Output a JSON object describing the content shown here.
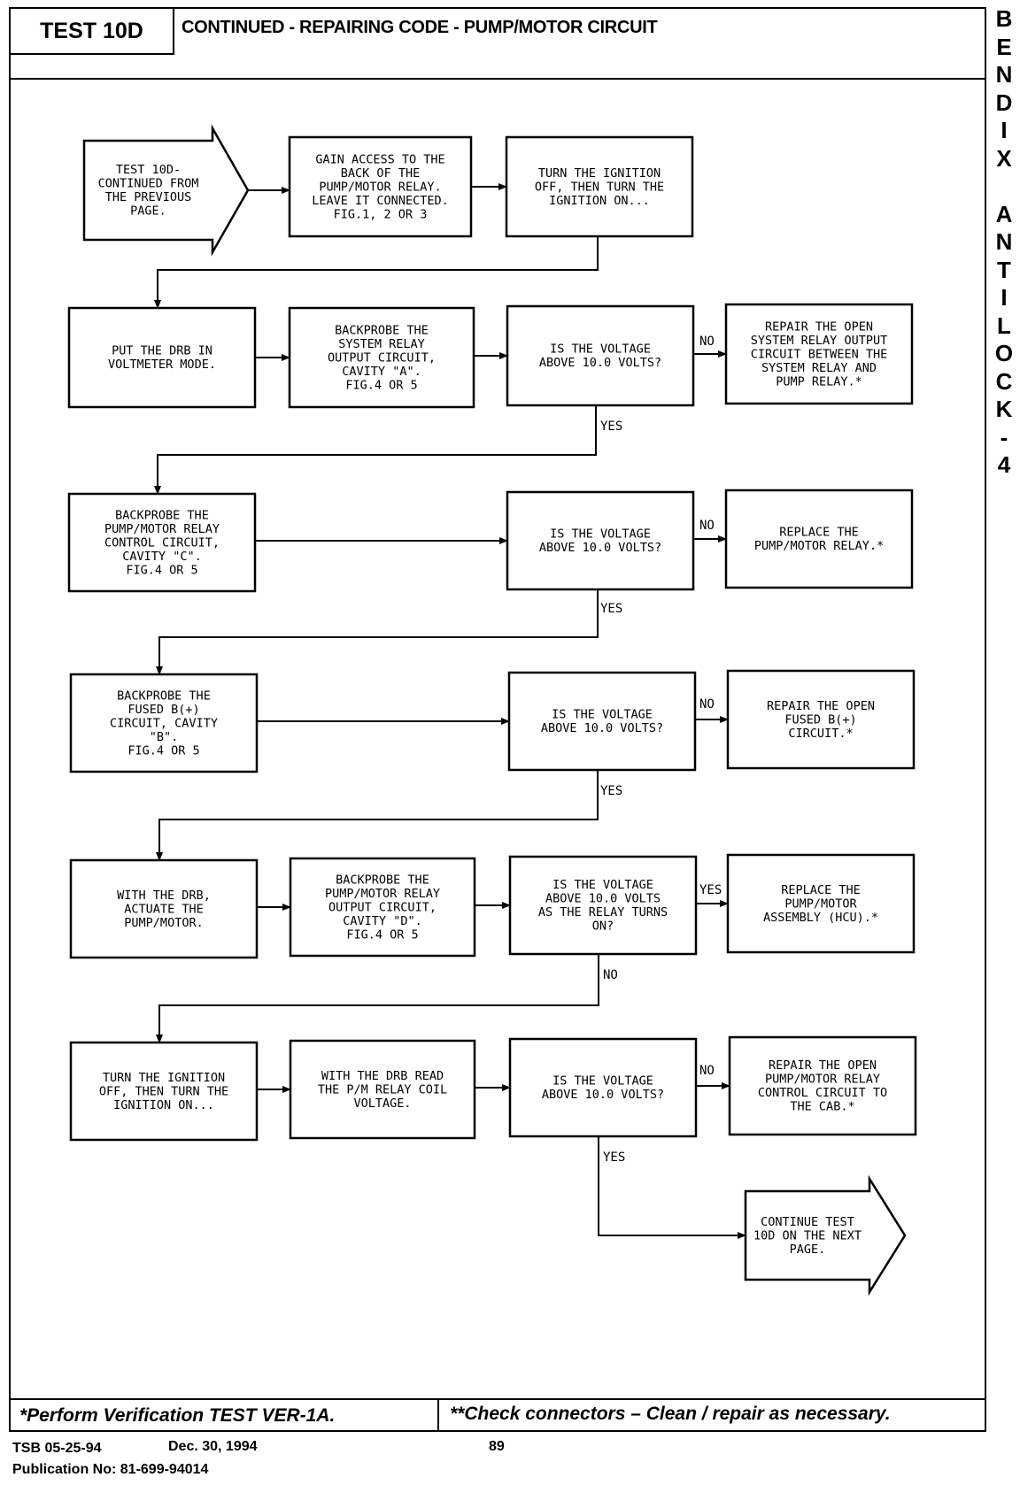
{
  "header": {
    "test_id": "TEST 10D",
    "title": "CONTINUED - REPAIRING CODE - PUMP/MOTOR CIRCUIT"
  },
  "side_title": [
    "B",
    "E",
    "N",
    "D",
    "I",
    "X",
    "",
    "A",
    "N",
    "T",
    "I",
    "L",
    "O",
    "C",
    "K",
    "-",
    "4"
  ],
  "flowchart": {
    "nodes": [
      {
        "id": "start",
        "shape": "arrow",
        "lines": [
          "TEST 10D-",
          "CONTINUED FROM",
          "THE PREVIOUS",
          "PAGE."
        ]
      },
      {
        "id": "gain-access",
        "shape": "box",
        "lines": [
          "GAIN ACCESS TO THE",
          "BACK OF THE",
          "PUMP/MOTOR RELAY.",
          "LEAVE IT CONNECTED.",
          "FIG.1, 2 OR 3"
        ]
      },
      {
        "id": "turn-ign-1",
        "shape": "box",
        "lines": [
          "TURN THE IGNITION",
          "OFF, THEN TURN THE",
          "IGNITION ON..."
        ]
      },
      {
        "id": "drb-voltmeter",
        "shape": "box",
        "lines": [
          "PUT THE DRB IN",
          "VOLTMETER MODE."
        ]
      },
      {
        "id": "backprobe-sys",
        "shape": "box",
        "lines": [
          "BACKPROBE THE",
          "SYSTEM RELAY",
          "OUTPUT CIRCUIT,",
          "CAVITY \"A\".",
          "FIG.4 OR 5"
        ]
      },
      {
        "id": "q1",
        "shape": "box",
        "lines": [
          "IS THE VOLTAGE",
          "ABOVE 10.0 VOLTS?"
        ]
      },
      {
        "id": "r1",
        "shape": "box",
        "lines": [
          "REPAIR THE OPEN",
          "SYSTEM RELAY OUTPUT",
          "CIRCUIT BETWEEN THE",
          "SYSTEM RELAY AND",
          "PUMP RELAY.*"
        ]
      },
      {
        "id": "backprobe-ctrl",
        "shape": "box",
        "lines": [
          "BACKPROBE THE",
          "PUMP/MOTOR RELAY",
          "CONTROL CIRCUIT,",
          "CAVITY \"C\".",
          "FIG.4 OR 5"
        ]
      },
      {
        "id": "q2",
        "shape": "box",
        "lines": [
          "IS THE VOLTAGE",
          "ABOVE 10.0 VOLTS?"
        ]
      },
      {
        "id": "r2",
        "shape": "box",
        "lines": [
          "REPLACE THE",
          "PUMP/MOTOR RELAY.*"
        ]
      },
      {
        "id": "backprobe-fused",
        "shape": "box",
        "lines": [
          "BACKPROBE THE",
          "FUSED B(+)",
          "CIRCUIT, CAVITY",
          "\"B\".",
          "FIG.4 OR 5"
        ]
      },
      {
        "id": "q3",
        "shape": "box",
        "lines": [
          "IS THE VOLTAGE",
          "ABOVE 10.0 VOLTS?"
        ]
      },
      {
        "id": "r3",
        "shape": "box",
        "lines": [
          "REPAIR THE OPEN",
          "FUSED B(+)",
          "CIRCUIT.*"
        ]
      },
      {
        "id": "actuate",
        "shape": "box",
        "lines": [
          "WITH THE DRB,",
          "ACTUATE THE",
          "PUMP/MOTOR."
        ]
      },
      {
        "id": "backprobe-out",
        "shape": "box",
        "lines": [
          "BACKPROBE THE",
          "PUMP/MOTOR RELAY",
          "OUTPUT CIRCUIT,",
          "CAVITY \"D\".",
          "FIG.4 OR 5"
        ]
      },
      {
        "id": "q4",
        "shape": "box",
        "lines": [
          "IS THE VOLTAGE",
          "ABOVE 10.0 VOLTS",
          "AS THE RELAY TURNS",
          "ON?"
        ]
      },
      {
        "id": "r4",
        "shape": "box",
        "lines": [
          "REPLACE THE",
          "PUMP/MOTOR",
          "ASSEMBLY (HCU).*"
        ]
      },
      {
        "id": "turn-ign-2",
        "shape": "box",
        "lines": [
          "TURN THE IGNITION",
          "OFF, THEN TURN THE",
          "IGNITION ON..."
        ]
      },
      {
        "id": "drb-read",
        "shape": "box",
        "lines": [
          "WITH THE DRB READ",
          "THE P/M RELAY COIL",
          "VOLTAGE."
        ]
      },
      {
        "id": "q5",
        "shape": "box",
        "lines": [
          "IS THE VOLTAGE",
          "ABOVE 10.0 VOLTS?"
        ]
      },
      {
        "id": "r5",
        "shape": "box",
        "lines": [
          "REPAIR THE OPEN",
          "PUMP/MOTOR RELAY",
          "CONTROL CIRCUIT TO",
          "THE CAB.*"
        ]
      },
      {
        "id": "end",
        "shape": "arrow",
        "lines": [
          "CONTINUE TEST",
          "10D ON THE NEXT",
          "PAGE."
        ]
      }
    ],
    "edges": [
      {
        "from": "start",
        "to": "gain-access",
        "label": ""
      },
      {
        "from": "gain-access",
        "to": "turn-ign-1",
        "label": ""
      },
      {
        "from": "turn-ign-1",
        "to": "drb-voltmeter",
        "label": ""
      },
      {
        "from": "drb-voltmeter",
        "to": "backprobe-sys",
        "label": ""
      },
      {
        "from": "backprobe-sys",
        "to": "q1",
        "label": ""
      },
      {
        "from": "q1",
        "to": "r1",
        "label": "NO"
      },
      {
        "from": "q1",
        "to": "backprobe-ctrl",
        "label": "YES"
      },
      {
        "from": "backprobe-ctrl",
        "to": "q2",
        "label": ""
      },
      {
        "from": "q2",
        "to": "r2",
        "label": "NO"
      },
      {
        "from": "q2",
        "to": "backprobe-fused",
        "label": "YES"
      },
      {
        "from": "backprobe-fused",
        "to": "q3",
        "label": ""
      },
      {
        "from": "q3",
        "to": "r3",
        "label": "NO"
      },
      {
        "from": "q3",
        "to": "actuate",
        "label": "YES"
      },
      {
        "from": "actuate",
        "to": "backprobe-out",
        "label": ""
      },
      {
        "from": "backprobe-out",
        "to": "q4",
        "label": ""
      },
      {
        "from": "q4",
        "to": "r4",
        "label": "YES"
      },
      {
        "from": "q4",
        "to": "turn-ign-2",
        "label": "NO"
      },
      {
        "from": "turn-ign-2",
        "to": "drb-read",
        "label": ""
      },
      {
        "from": "drb-read",
        "to": "q5",
        "label": ""
      },
      {
        "from": "q5",
        "to": "r5",
        "label": "NO"
      },
      {
        "from": "q5",
        "to": "end",
        "label": "YES"
      }
    ]
  },
  "footer": {
    "note_left": "*Perform Verification TEST VER-1A.",
    "note_right": "**Check connectors – Clean / repair as necessary.",
    "tsb": "TSB 05-25-94",
    "date": "Dec. 30, 1994",
    "page_number": "89",
    "publication": "Publication No: 81-699-94014"
  }
}
